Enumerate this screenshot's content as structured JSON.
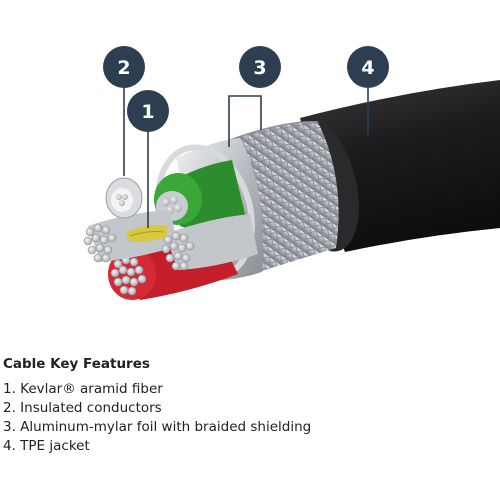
{
  "colors": {
    "callout_fill": "#2d3e50",
    "jacket": "#1d1d1f",
    "braid": "#b7bcc2",
    "conductor_red": "#c41e2a",
    "conductor_green": "#2d8c2d",
    "kevlar": "#d8c840"
  },
  "callouts": [
    {
      "number": "2",
      "label": "Insulated conductors"
    },
    {
      "number": "1",
      "label": "Kevlar aramid fiber"
    },
    {
      "number": "3",
      "label": "Aluminum-mylar foil with braided shielding"
    },
    {
      "number": "4",
      "label": "TPE jacket"
    }
  ],
  "features": {
    "title": "Cable Key Features",
    "items": [
      "1. Kevlar® aramid fiber",
      "2. Insulated conductors",
      "3. Aluminum-mylar foil with braided shielding",
      "4. TPE jacket"
    ]
  }
}
